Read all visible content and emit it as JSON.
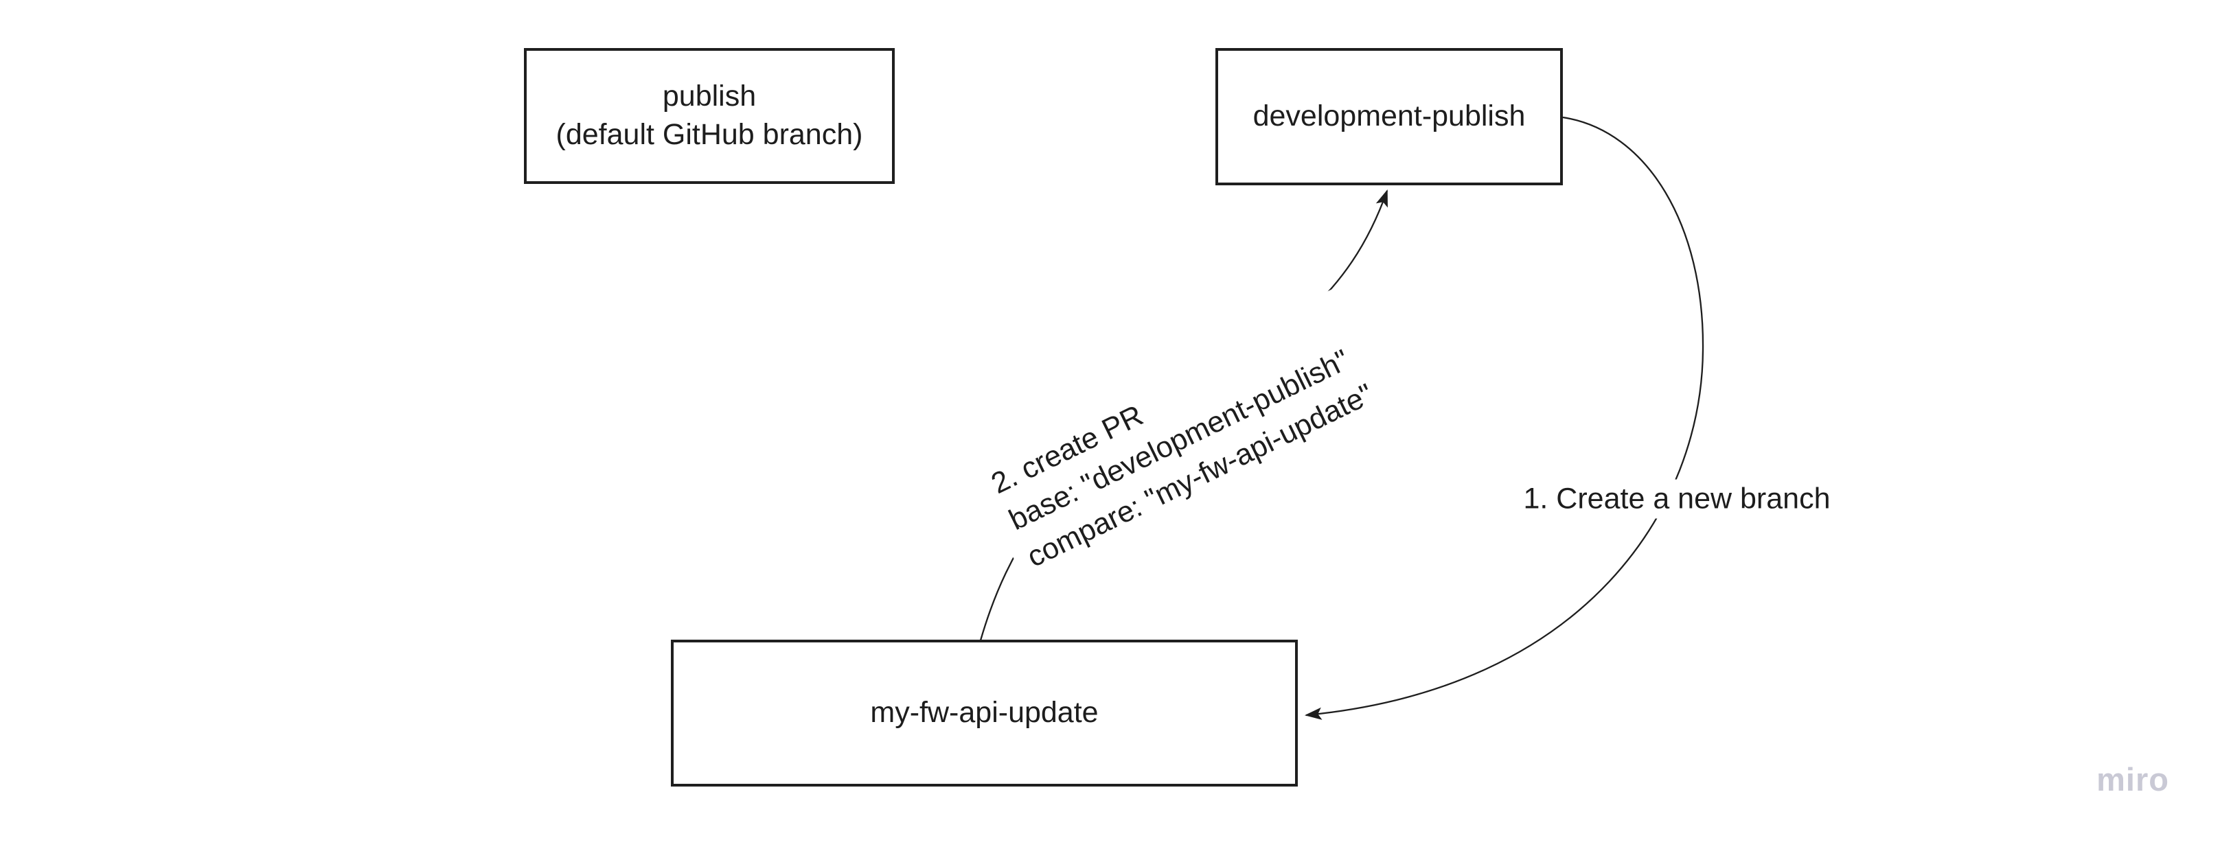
{
  "board": {
    "watermark": "miro"
  },
  "colors": {
    "background": "#ffffff",
    "shape_border": "#1f1f1f",
    "connector_stroke": "#1e1e1e",
    "text": "#1d1d1d",
    "watermark": "#c9c9d5"
  },
  "nodes": {
    "publish": {
      "lines": [
        "publish",
        "(default GitHub branch)"
      ]
    },
    "development_publish": {
      "label": "development-publish"
    },
    "my_fw_api_update": {
      "label": "my-fw-api-update"
    }
  },
  "connectors": {
    "create_branch": {
      "label": "1. Create a new branch",
      "from": "development-publish",
      "to": "my-fw-api-update"
    },
    "create_pr": {
      "lines": [
        "2. create PR",
        "base: \"development-publish\"",
        "compare: \"my-fw-api-update\""
      ],
      "from": "my-fw-api-update",
      "to": "development-publish"
    }
  }
}
